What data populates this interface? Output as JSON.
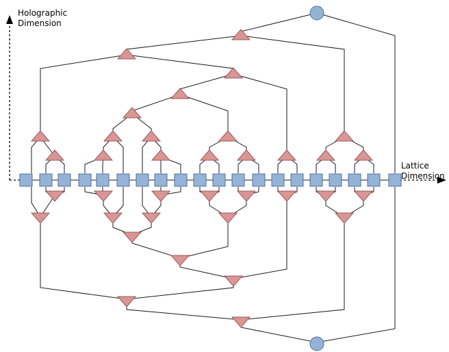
{
  "axes": {
    "vertical": {
      "lines": [
        "Holographic",
        "Dimension"
      ]
    },
    "horizontal": {
      "lines": [
        "Lattice",
        "Dimension"
      ]
    }
  },
  "colors": {
    "site_fill": "#95b3d7",
    "site_stroke": "#4f6f99",
    "tensor_fill": "#d99694",
    "tensor_stroke": "#9a5a58",
    "root_fill": "#95b3d7",
    "root_stroke": "#4f6f99",
    "line": "#1a1a1a"
  },
  "legend": "none",
  "grid": "off"
}
